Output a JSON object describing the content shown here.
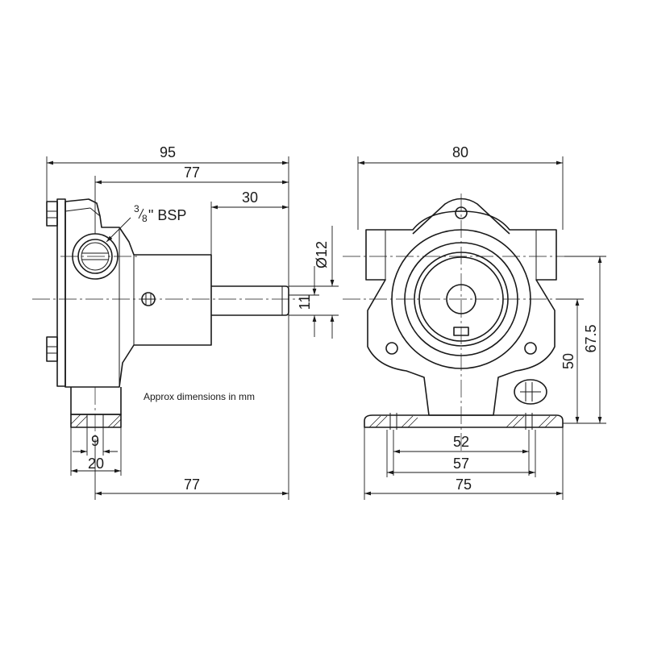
{
  "note": "Approx dimensions in mm",
  "side_view": {
    "overall_length": "95",
    "body_to_shaft_end": "77",
    "shaft_length": "30",
    "shaft_diameter": "Ø12",
    "shaft_key": "11",
    "port_size_num": "3",
    "port_size_den": "8",
    "port_size_unit": "\" BSP",
    "foot_bolt": "9",
    "foot_width": "20",
    "bottom_length": "77"
  },
  "front_view": {
    "overall_width": "80",
    "foot_holes_inner": "52",
    "foot_holes_outer": "57",
    "foot_width": "75",
    "center_height": "50",
    "port_height": "67.5"
  }
}
